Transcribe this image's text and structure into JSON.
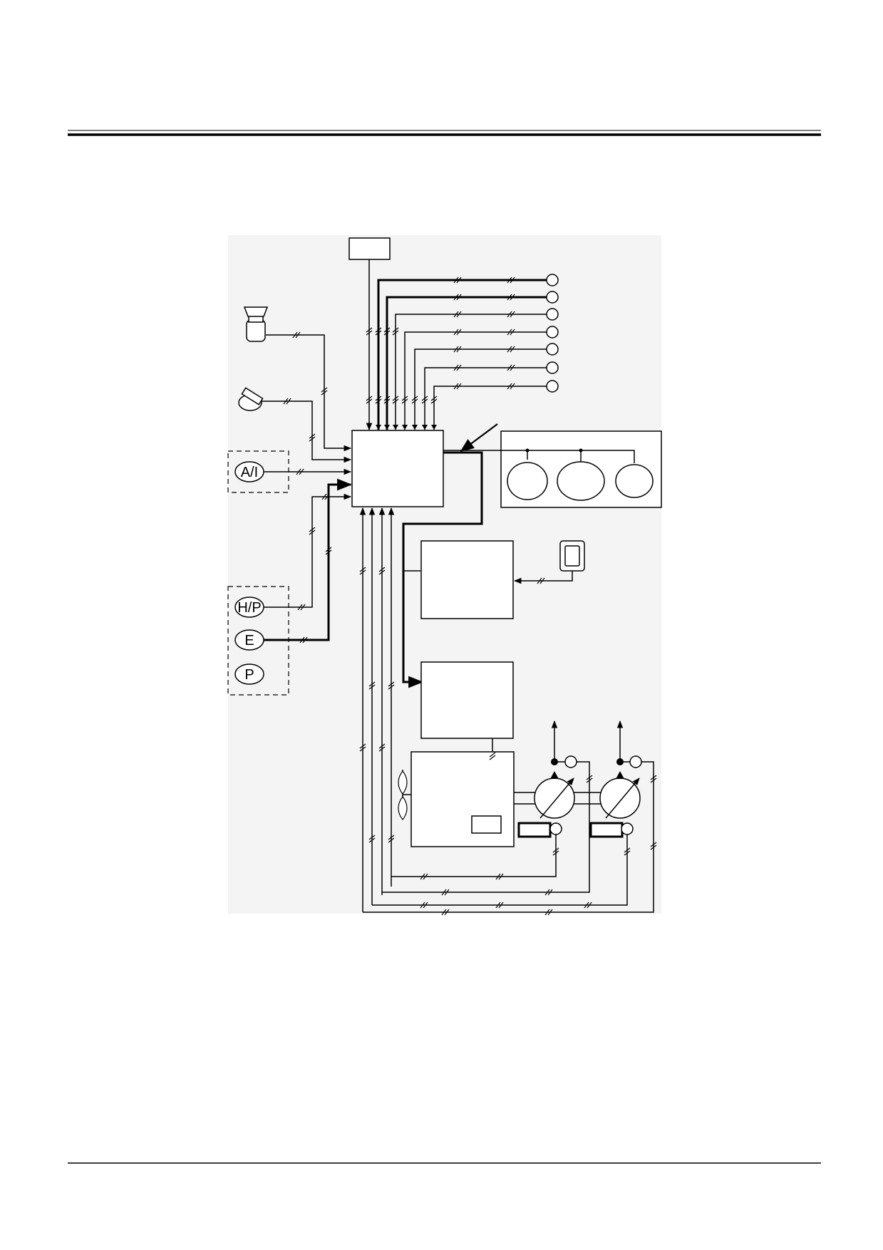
{
  "page": {
    "background": "#ffffff",
    "ink": "#000000",
    "panel_shade": "#f4f4f4"
  },
  "diagram": {
    "mode_labels": {
      "auto_idle": "A/I",
      "high_power": "H/P",
      "economy": "E",
      "power": "P"
    },
    "icons": [
      "pressure-switch-icon",
      "rotary-dial-icon",
      "remote-unit-icon",
      "fan-icon",
      "hydraulic-pump-icon",
      "solenoid-valve-icon",
      "pressure-sensor-icon"
    ]
  }
}
